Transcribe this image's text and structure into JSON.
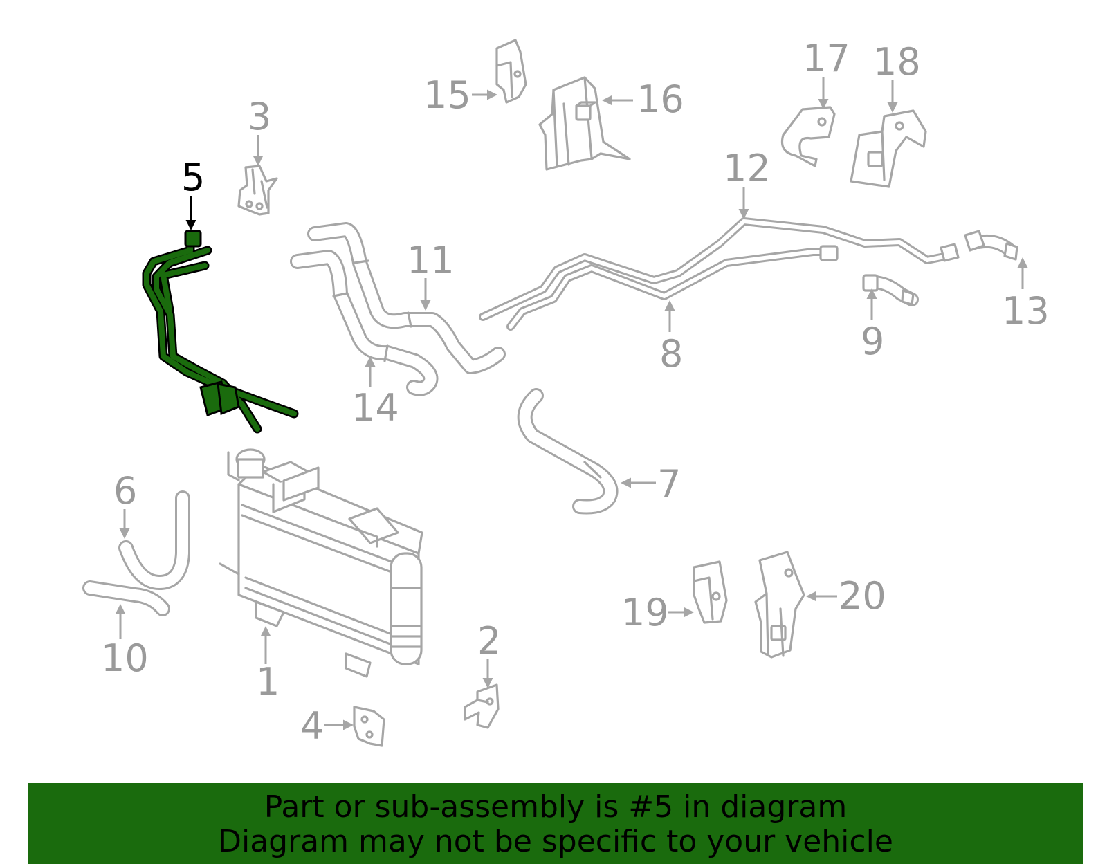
{
  "diagram": {
    "highlighted_part": "5",
    "highlight_color": "#1a6b0d",
    "part_color": "#a6a6a6",
    "callouts": [
      "1",
      "2",
      "3",
      "4",
      "5",
      "6",
      "7",
      "8",
      "9",
      "10",
      "11",
      "12",
      "13",
      "14",
      "15",
      "16",
      "17",
      "18",
      "19",
      "20"
    ]
  },
  "banner": {
    "line1": "Part or sub-assembly is #5 in diagram",
    "line2": "Diagram may not be specific to your vehicle",
    "background_color": "#1a6b0d"
  }
}
